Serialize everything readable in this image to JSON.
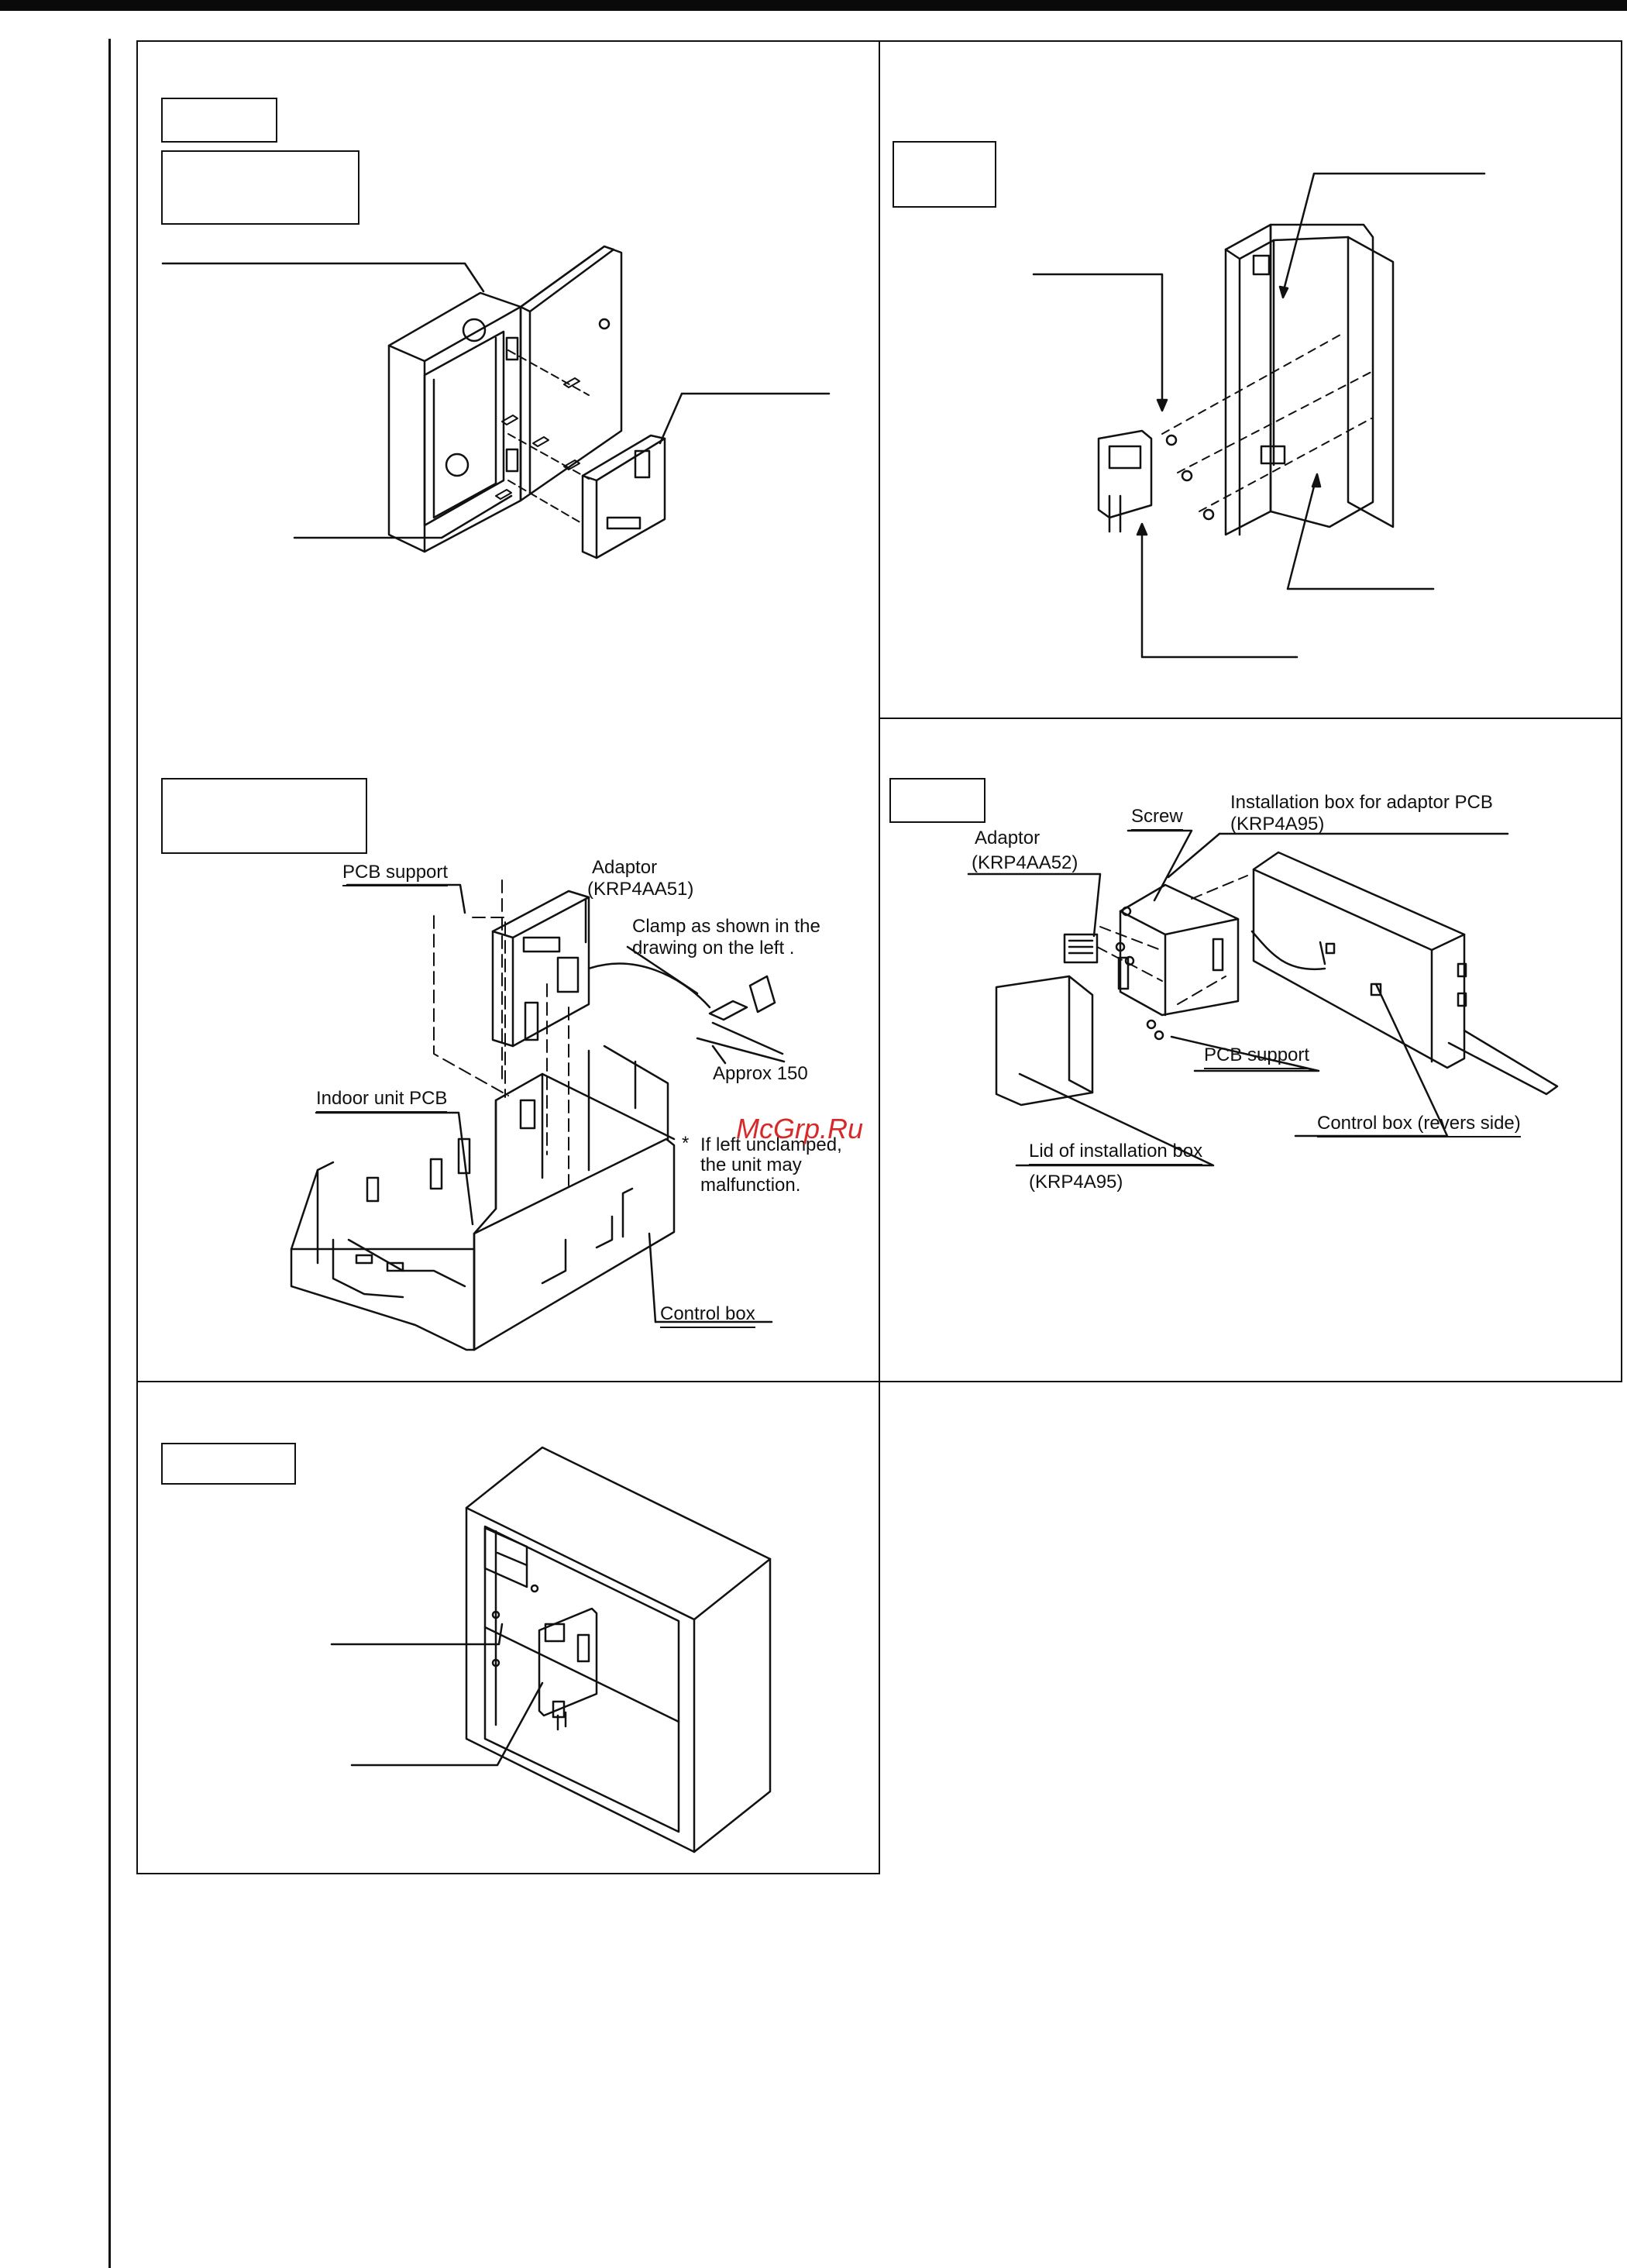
{
  "watermark": "McGrp.Ru",
  "panel_c": {
    "pcb_support": "PCB support",
    "adaptor_line1": "Adaptor",
    "adaptor_line2": "(KRP4AA51)",
    "clamp_line1": "Clamp as shown in the",
    "clamp_line2": "drawing on the left .",
    "approx": "Approx 150",
    "indoor_pcb": "Indoor unit PCB",
    "note_star": "*",
    "note_line1": "If left unclamped,",
    "note_line2": "the unit may",
    "note_line3": "malfunction.",
    "control_box": "Control box"
  },
  "panel_d": {
    "screw": "Screw",
    "install_box_line1": "Installation box for adaptor PCB",
    "install_box_line2": "(KRP4A95)",
    "adaptor_line1": "Adaptor",
    "adaptor_line2": "(KRP4AA52)",
    "pcb_support": "PCB support",
    "control_box_rev": "Control box (revers side)",
    "lid_line1": "Lid of installation box",
    "lid_line2": "(KRP4A95)"
  }
}
